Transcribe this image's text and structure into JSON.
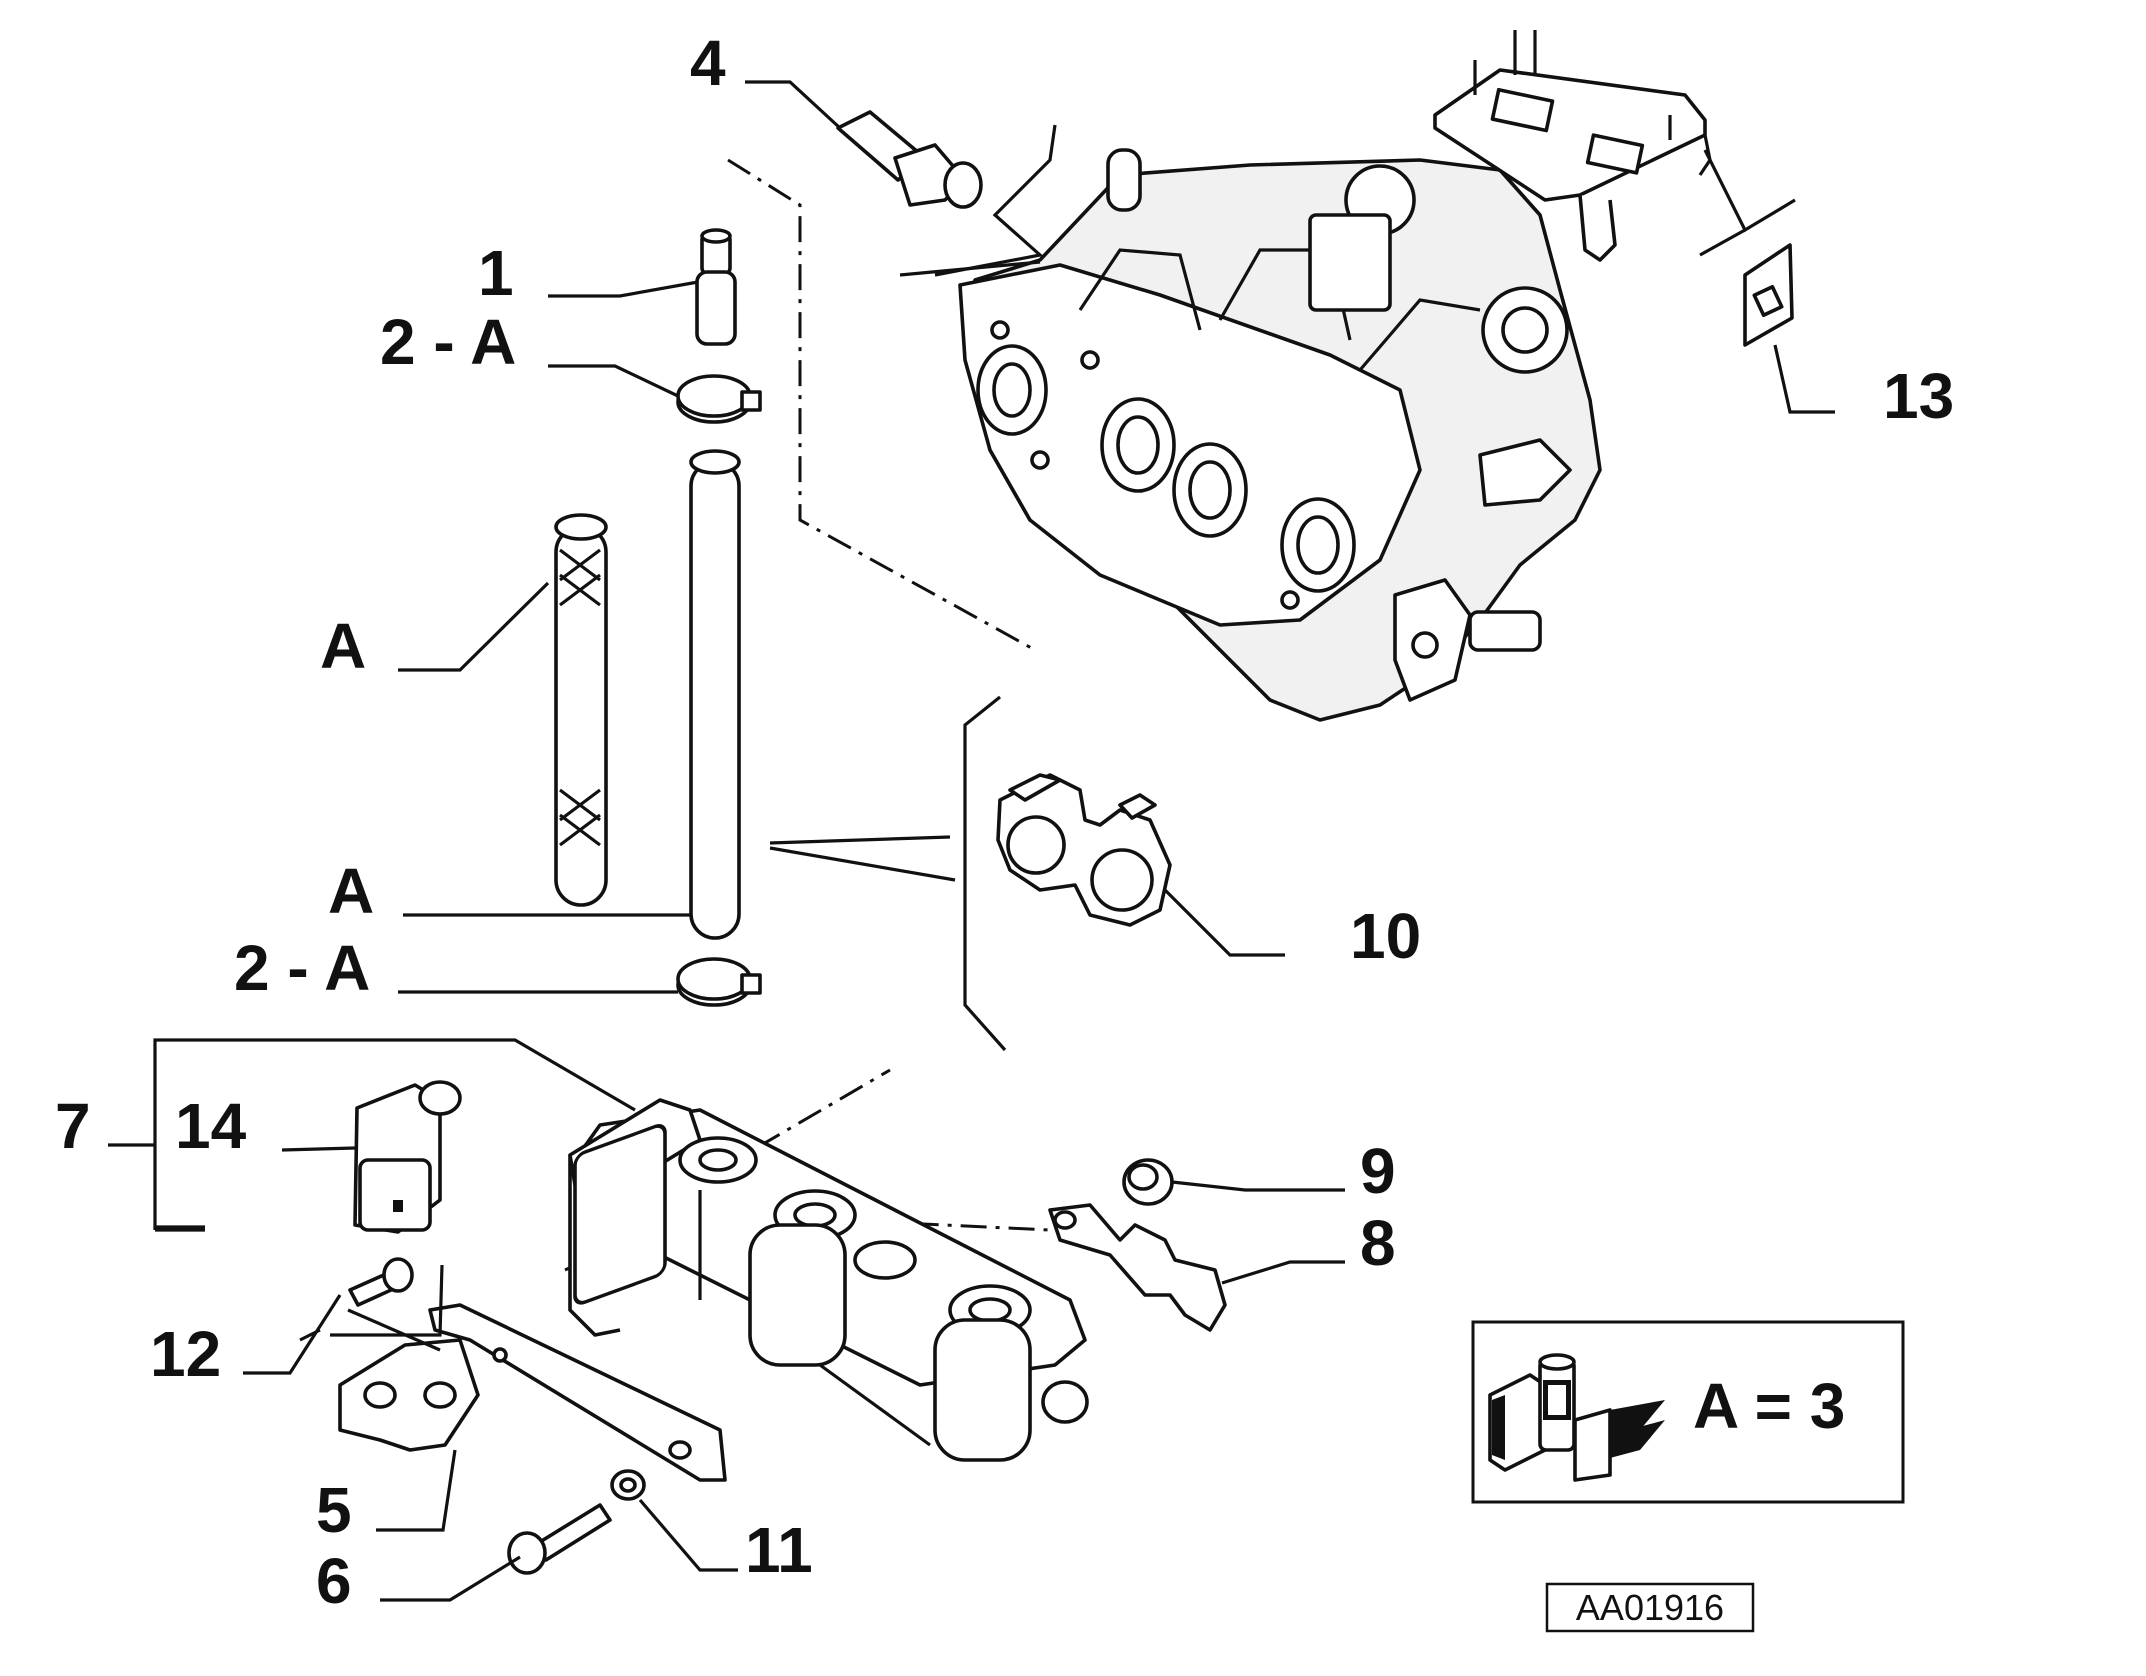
{
  "callouts": {
    "c1": "1",
    "c2a_top": "2 - A",
    "c4": "4",
    "c13": "13",
    "ca_mid": "A",
    "ca_low": "A",
    "c2a_bottom": "2 - A",
    "c10": "10",
    "c7": "7",
    "c14": "14",
    "c9": "9",
    "c8": "8",
    "c12": "12",
    "c5": "5",
    "c11": "11",
    "c6": "6"
  },
  "legend": {
    "formula": "A = 3"
  },
  "reference_code": "AA01916",
  "colors": {
    "ink": "#111111",
    "background": "#ffffff"
  }
}
